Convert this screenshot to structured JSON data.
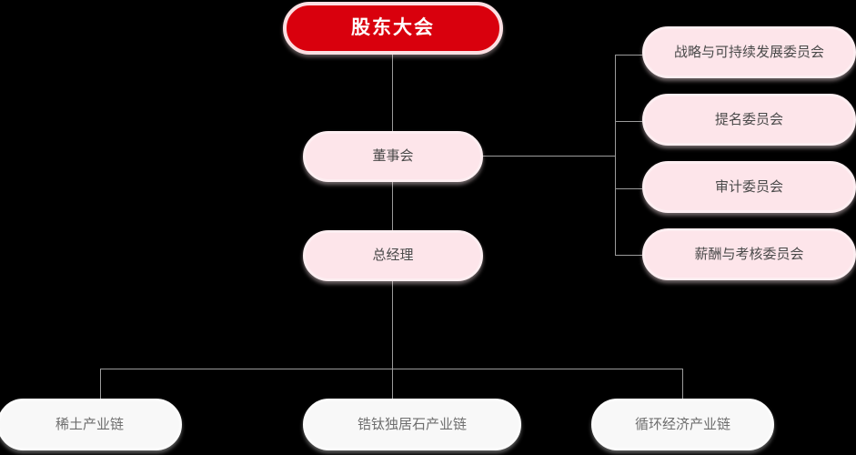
{
  "chart": {
    "type": "org-chart",
    "title": "",
    "background_color": "#000000",
    "line_color": "#9b9b9b",
    "palette": {
      "root_fill": "#d9000d",
      "root_text": "#ffffff",
      "pink_fill": "#fde5ea",
      "pink_text": "#4a4a4a",
      "light_fill": "#f8f8f8",
      "light_text": "#6e6e6e"
    },
    "nodes": {
      "root": {
        "label": "股东大会",
        "style": "root"
      },
      "board": {
        "label": "董事会",
        "style": "pink"
      },
      "general_manager": {
        "label": "总经理",
        "style": "pink"
      },
      "committees": [
        {
          "label": "战略与可持续发展委员会",
          "style": "pink"
        },
        {
          "label": "提名委员会",
          "style": "pink"
        },
        {
          "label": "审计委员会",
          "style": "pink"
        },
        {
          "label": "薪酬与考核委员会",
          "style": "pink"
        }
      ],
      "business_chains": [
        {
          "label": "稀土产业链",
          "style": "light"
        },
        {
          "label": "锆钛独居石产业链",
          "style": "light"
        },
        {
          "label": "循环经济产业链",
          "style": "light"
        }
      ]
    },
    "edges": [
      {
        "from": "股东大会",
        "to": "董事会"
      },
      {
        "from": "董事会",
        "to": "战略与可持续发展委员会"
      },
      {
        "from": "董事会",
        "to": "提名委员会"
      },
      {
        "from": "董事会",
        "to": "审计委员会"
      },
      {
        "from": "董事会",
        "to": "薪酬与考核委员会"
      },
      {
        "from": "董事会",
        "to": "总经理"
      },
      {
        "from": "总经理",
        "to": "稀土产业链"
      },
      {
        "from": "总经理",
        "to": "锆钛独居石产业链"
      },
      {
        "from": "总经理",
        "to": "循环经济产业链"
      }
    ]
  }
}
